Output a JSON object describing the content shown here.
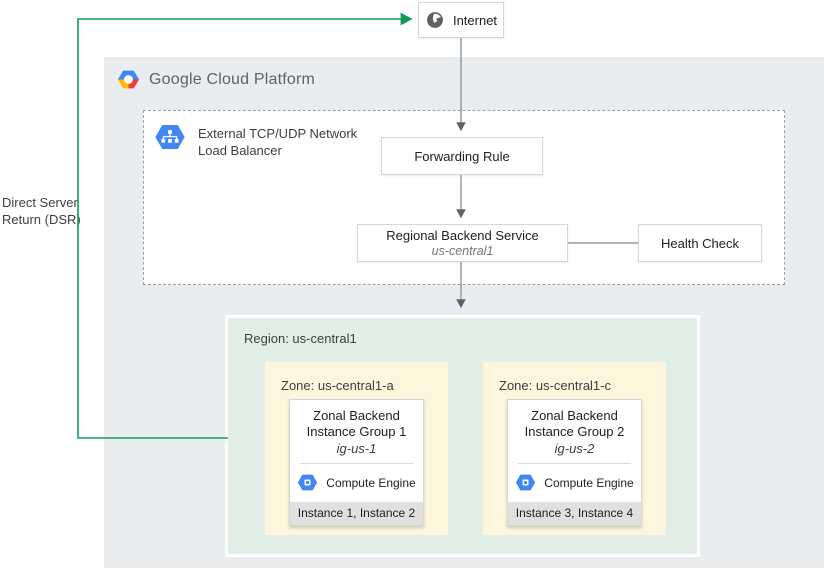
{
  "internet": {
    "label": "Internet",
    "icon": "globe-icon"
  },
  "dsr": {
    "lines": [
      "Direct Server",
      "Return (DSR)"
    ]
  },
  "gcp": {
    "logo_text": "Google Cloud Platform",
    "logo_icon": "gcp-hexagon-logo"
  },
  "load_balancer": {
    "label_lines": [
      "External TCP/UDP Network",
      "Load Balancer"
    ],
    "icon": "network-load-balancer-hexagon-icon"
  },
  "forwarding_rule": {
    "label": "Forwarding Rule"
  },
  "backend_service": {
    "title": "Regional Backend Service",
    "subtitle": "us-central1"
  },
  "health_check": {
    "label": "Health Check"
  },
  "region": {
    "label": "Region: us-central1",
    "zones": [
      {
        "label": "Zone: us-central1-a",
        "group": {
          "name_lines": [
            "Zonal Backend",
            "Instance Group 1"
          ],
          "subtitle": "ig-us-1",
          "product": "Compute Engine",
          "product_icon": "compute-engine-hexagon-icon",
          "instances": "Instance 1, Instance 2"
        }
      },
      {
        "label": "Zone: us-central1-c",
        "group": {
          "name_lines": [
            "Zonal Backend",
            "Instance Group 2"
          ],
          "subtitle": "ig-us-2",
          "product": "Compute Engine",
          "product_icon": "compute-engine-hexagon-icon",
          "instances": "Instance 3, Instance 4"
        }
      }
    ]
  },
  "colors": {
    "accent_green": "#0f9d58",
    "gcp_blue": "#4285f4",
    "gcp_red": "#ea4335",
    "gcp_yellow": "#fbbc05",
    "canvas_gray": "#e9edf0",
    "region_green_bg": "#e2efe7",
    "zone_yellow_bg": "#fdf5dc",
    "instance_footer_gray": "#e0e0e0",
    "line_gray": "#80868b"
  }
}
